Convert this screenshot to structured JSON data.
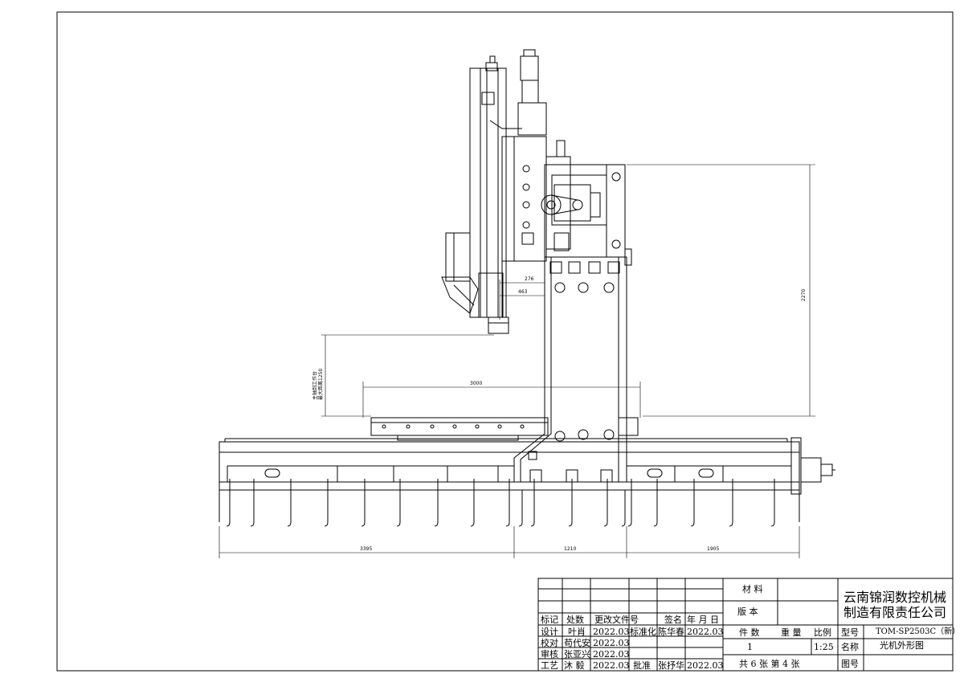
{
  "drawing": {
    "dimensions": {
      "spindle_offset_a": "276",
      "spindle_offset_b": "463",
      "table_width": "3000",
      "column_height": "2270",
      "spindle_to_table_max": "主轴到工作台",
      "spindle_to_table_value": "最大距离1250",
      "bed_left": "3395",
      "bed_mid": "1210",
      "bed_right": "1905"
    }
  },
  "title_block": {
    "company_line1": "云南锦润数控机械",
    "company_line2": "制造有限责任公司",
    "material_label": "材 料",
    "version_label": "版  本",
    "headers": {
      "mark": "标记",
      "count": "处数",
      "change_doc": "更改文件号",
      "sign": "签名",
      "date": "年 月 日"
    },
    "rows": [
      {
        "role": "设计",
        "name": "叶肖",
        "date": "2022.03",
        "role2": "标准化",
        "name2": "陈华春",
        "date2": "2022.03"
      },
      {
        "role": "校对",
        "name": "苟代安",
        "date": "2022.03"
      },
      {
        "role": "审核",
        "name": "张亚兴",
        "date": "2022.03"
      },
      {
        "role": "工艺",
        "name": "沐  毅",
        "date": "2022.03",
        "role2": "批准",
        "name2": "张抒华",
        "date2": "2022.03"
      }
    ],
    "qty_label": "件 数",
    "weight_label": "重 量",
    "scale_label": "比例",
    "qty_value": "1",
    "scale_value": "1:25",
    "model_label": "型号",
    "model_value": "TOM-SP2503C（新）",
    "name_label": "名称",
    "name_value": "光机外形图",
    "sheets_text": "共 6 张     第 4 张",
    "drawing_no_label": "图号"
  }
}
